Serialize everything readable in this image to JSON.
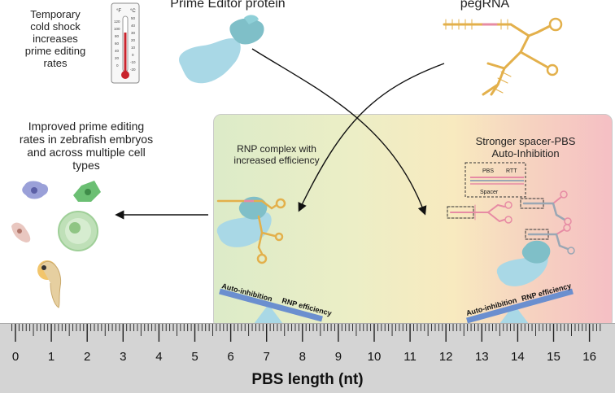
{
  "cold_shock": {
    "text_lines": [
      "Temporary",
      "cold shock",
      "increases",
      "prime editing",
      "rates"
    ],
    "thermometer_f_label": "°F",
    "thermometer_c_label": "°C",
    "f_ticks": [
      "120",
      "100",
      "80",
      "60",
      "40",
      "20",
      "0"
    ],
    "c_ticks": [
      "50",
      "40",
      "30",
      "20",
      "10",
      "0",
      "-10",
      "-20"
    ]
  },
  "prime_editor": {
    "label": "Prime Editor protein"
  },
  "pegrna": {
    "label": "pegRNA"
  },
  "improved": {
    "text_lines": [
      "Improved prime editing",
      "rates in zebrafish embryos",
      "and across multiple cell",
      "types"
    ]
  },
  "rnp_panel": {
    "title_lines": [
      "RNP complex with",
      "increased efficiency"
    ]
  },
  "spacer_panel": {
    "title_lines": [
      "Stronger spacer-PBS",
      "Auto-Inhibition"
    ],
    "pbs_label": "PBS",
    "rtt_label": "RTT",
    "spacer_label": "Spacer"
  },
  "seesaw_left": {
    "left_label": "Auto-inhibition",
    "right_label": "RNP efficiency"
  },
  "seesaw_right": {
    "left_label": "Auto-inhibition",
    "right_label": "RNP efficiency"
  },
  "ruler": {
    "numbers": [
      "0",
      "1",
      "2",
      "3",
      "4",
      "5",
      "6",
      "7",
      "8",
      "9",
      "10",
      "11",
      "12",
      "13",
      "14",
      "15",
      "16"
    ],
    "title": "PBS length (nt)"
  },
  "colors": {
    "panel_green": "#dcebc8",
    "panel_yellow": "#f8eabf",
    "panel_pink": "#f5bfc4",
    "protein_blue": "#a9d8e6",
    "protein_teal": "#7fbfc8",
    "rna_gold": "#e3b04b",
    "rna_pink": "#e78ba4",
    "rna_gray": "#9aa7b4",
    "seesaw_blue": "#6b8fcf",
    "thermo_red": "#c8232c"
  }
}
